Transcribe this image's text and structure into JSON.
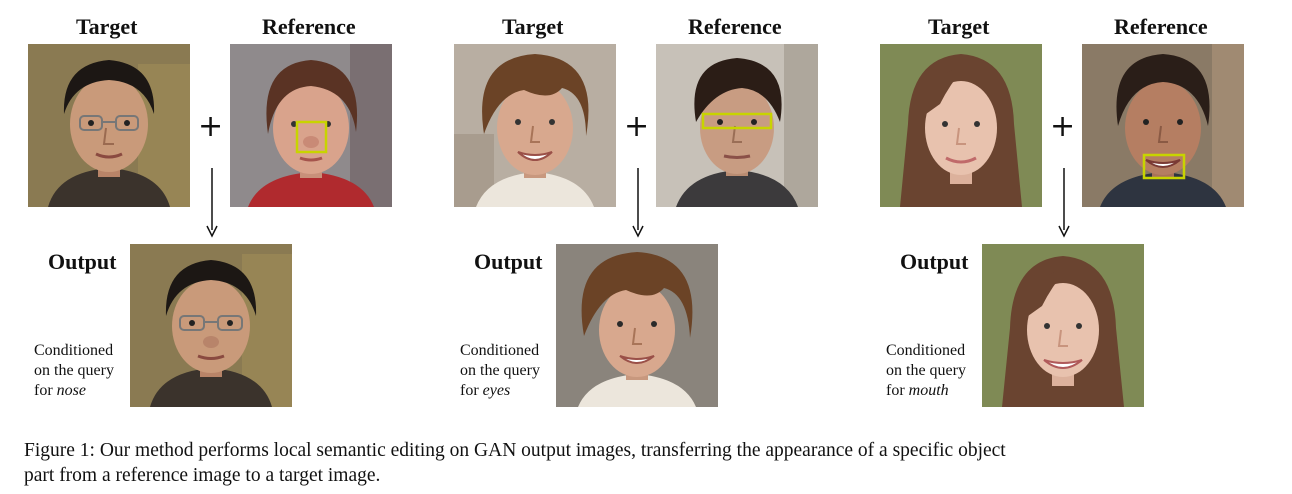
{
  "labels": {
    "target": "Target",
    "reference": "Reference",
    "output": "Output",
    "plus": "+"
  },
  "panels": [
    {
      "conditioned": "Conditioned",
      "query": "on the query",
      "for": "for",
      "part": "nose",
      "highlight_color": "#c8d400",
      "bg": "#8a7a52",
      "skin": "#c99a7a",
      "hair": "#1c1714",
      "ref_skin": "#d9a38c",
      "ref_hair": "#5a3324"
    },
    {
      "conditioned": "Conditioned",
      "query": "on the query",
      "for": "for",
      "part": "eyes",
      "highlight_color": "#c8d400",
      "bg": "#b8aea2",
      "skin": "#d8a88e",
      "hair": "#6b4326",
      "ref_skin": "#c89c82",
      "ref_hair": "#2b1d16"
    },
    {
      "conditioned": "Conditioned",
      "query": "on the query",
      "for": "for",
      "part": "mouth",
      "highlight_color": "#c8d400",
      "bg": "#7f8a55",
      "skin": "#e8c2ae",
      "hair": "#6a4430",
      "ref_skin": "#b57e62",
      "ref_hair": "#2a1e18"
    }
  ],
  "caption": {
    "line1": "Figure 1: Our method performs local semantic editing on GAN output images, transferring the appearance of a specific object",
    "line2": "part from a reference image to a target image."
  }
}
